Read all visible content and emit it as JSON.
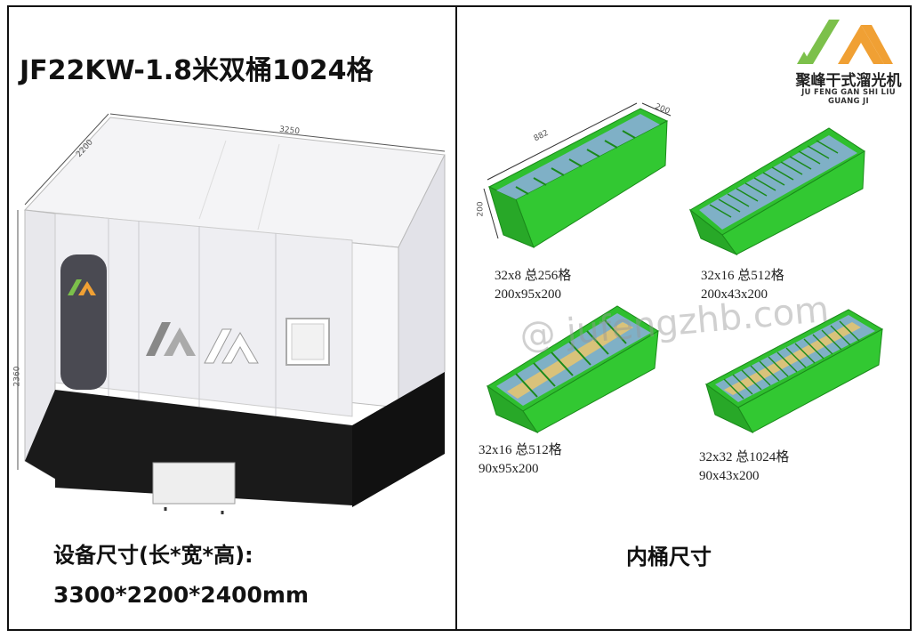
{
  "header": {
    "title": "JF22KW-1.8米双桶1024格"
  },
  "logo": {
    "name_cn": "聚峰干式溜光机",
    "name_en": "JU FENG GAN SHI LIU GUANG JI",
    "colors": {
      "green": "#7cc04b",
      "orange": "#f0a034"
    }
  },
  "machine": {
    "dim_length": "3250",
    "dim_width": "2200",
    "dim_height": "2360"
  },
  "specs": {
    "label": "设备尺寸(长*宽*高):",
    "value": "3300*2200*2400mm"
  },
  "tanks": [
    {
      "line1": "32x8  总256格",
      "line2": "200x95x200",
      "dim_len": "882",
      "dim_w": "200",
      "dim_h": "200"
    },
    {
      "line1": "32x16  总512格",
      "line2": "200x43x200"
    },
    {
      "line1": "32x16  总512格",
      "line2": "90x95x200"
    },
    {
      "line1": "32x32  总1024格",
      "line2": "90x43x200"
    }
  ],
  "inner": {
    "label": "内桶尺寸"
  },
  "watermark": "@ jufengzhb.com",
  "colors": {
    "tank_green": "#2fbf2f",
    "tank_dark": "#1a8a1a",
    "divider_blue": "#6fa7c9",
    "divider_tan": "#d9c27a"
  }
}
